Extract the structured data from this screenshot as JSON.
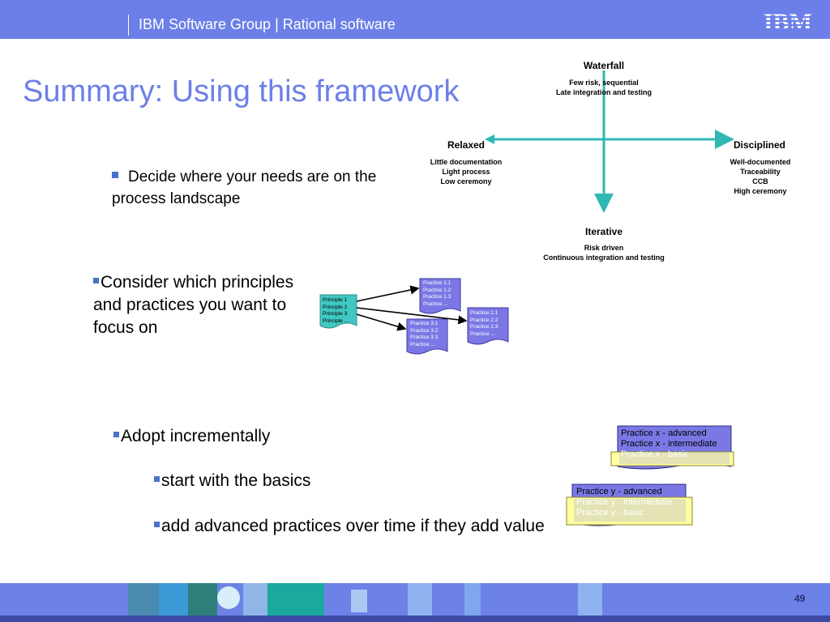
{
  "header": {
    "text": "IBM Software Group | Rational software",
    "logo": "IBM"
  },
  "title": "Summary: Using this framework",
  "bullets": {
    "b1": "Decide where your needs are on the process landscape",
    "b2": "Consider which principles and practices you want to focus on",
    "b3": "Adopt incrementally",
    "b4": "start with the basics",
    "b5": "add advanced practices over time if they add value"
  },
  "quadrant": {
    "top": {
      "label": "Waterfall",
      "desc": [
        "Few risk, sequential",
        "Late integration and testing"
      ]
    },
    "left": {
      "label": "Relaxed",
      "desc": [
        "Little documentation",
        "Light process",
        "Low ceremony"
      ]
    },
    "right": {
      "label": "Disciplined",
      "desc": [
        "Well-documented",
        "Traceability",
        "CCB",
        "High ceremony"
      ]
    },
    "bottom": {
      "label": "Iterative",
      "desc": [
        "Risk driven",
        "Continuous integration and testing"
      ]
    }
  },
  "principles": [
    "Principle 1",
    "Principle 2",
    "Principle 3",
    "Principle ..."
  ],
  "practice_groups": [
    [
      "Practice 1.1",
      "Practice 1.2",
      "Practice 1.3",
      "Practice ..."
    ],
    [
      "Practice 2.1",
      "Practice 2.2",
      "Practice 2.3",
      "Practice ..."
    ],
    [
      "Practice 3.1",
      "Practice 3.2",
      "Practice 3.3",
      "Practice ..."
    ]
  ],
  "practice_x": [
    "Practice x - advanced",
    "Practice x - intermediate",
    "Practice x  - basic"
  ],
  "practice_y": [
    "Practice y - advanced",
    "Practice y - intermediate",
    "Practice y  - basic"
  ],
  "page_number": "49",
  "colors": {
    "brand_blue": "#6c7fe8",
    "doc_blue": "#7b78e6",
    "doc_teal": "#40c8c2",
    "highlight_yellow": "#ffffa0",
    "arrow_teal": "#2fb8b3"
  }
}
